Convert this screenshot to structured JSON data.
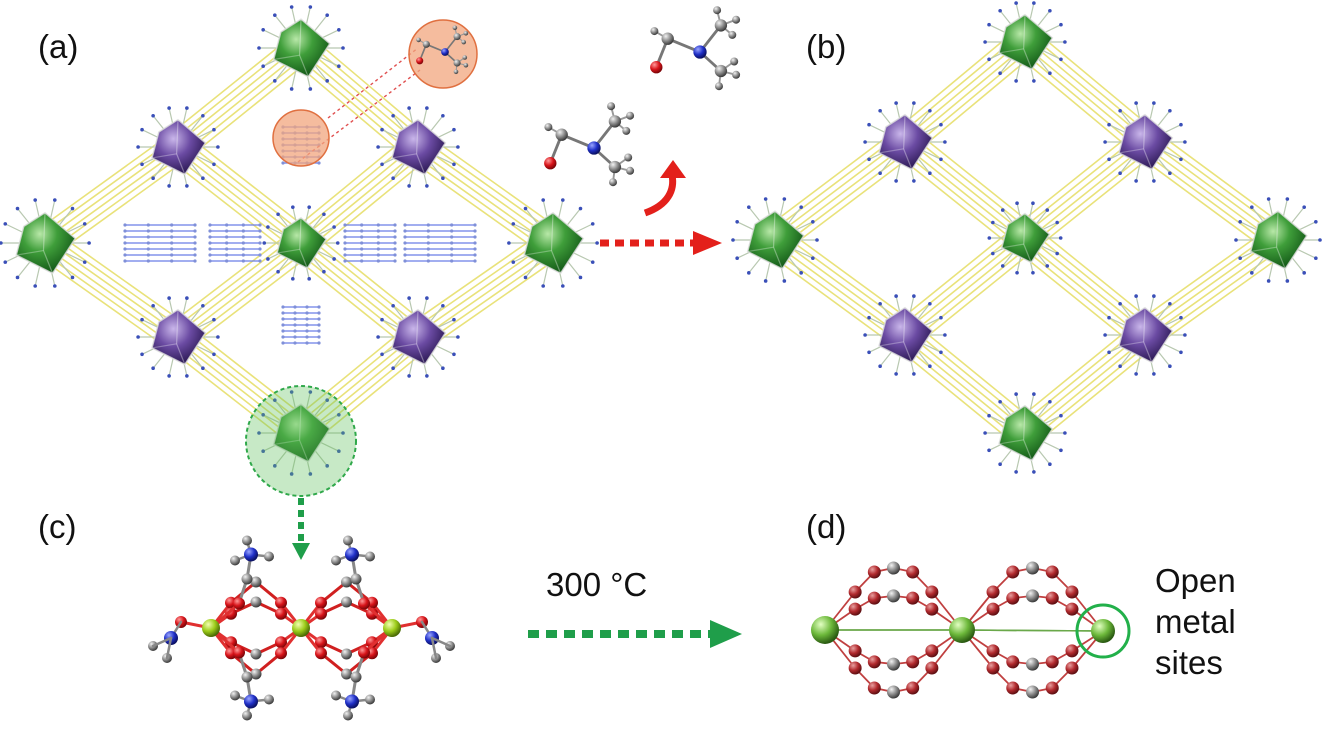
{
  "panels": {
    "a": {
      "label": "(a)"
    },
    "b": {
      "label": "(b)"
    },
    "c": {
      "label": "(c)"
    },
    "d": {
      "label": "(d)"
    }
  },
  "conditions": {
    "temperature": "300 °C"
  },
  "annotation": {
    "line1": "Open",
    "line2": "metal",
    "line3": "sites"
  },
  "colors": {
    "metal_green": "#3f9e3a",
    "cluster_purple": "#6b4ba3",
    "linker_yellow": "#e9e27a",
    "oxygen_red": "#d8141a",
    "carbon_grey": "#8c8c8c",
    "nitrogen_blue": "#2030c8",
    "arrow_red": "#e3201b",
    "arrow_green": "#1f9e4a",
    "highlight_orange": "#f2a57e"
  }
}
